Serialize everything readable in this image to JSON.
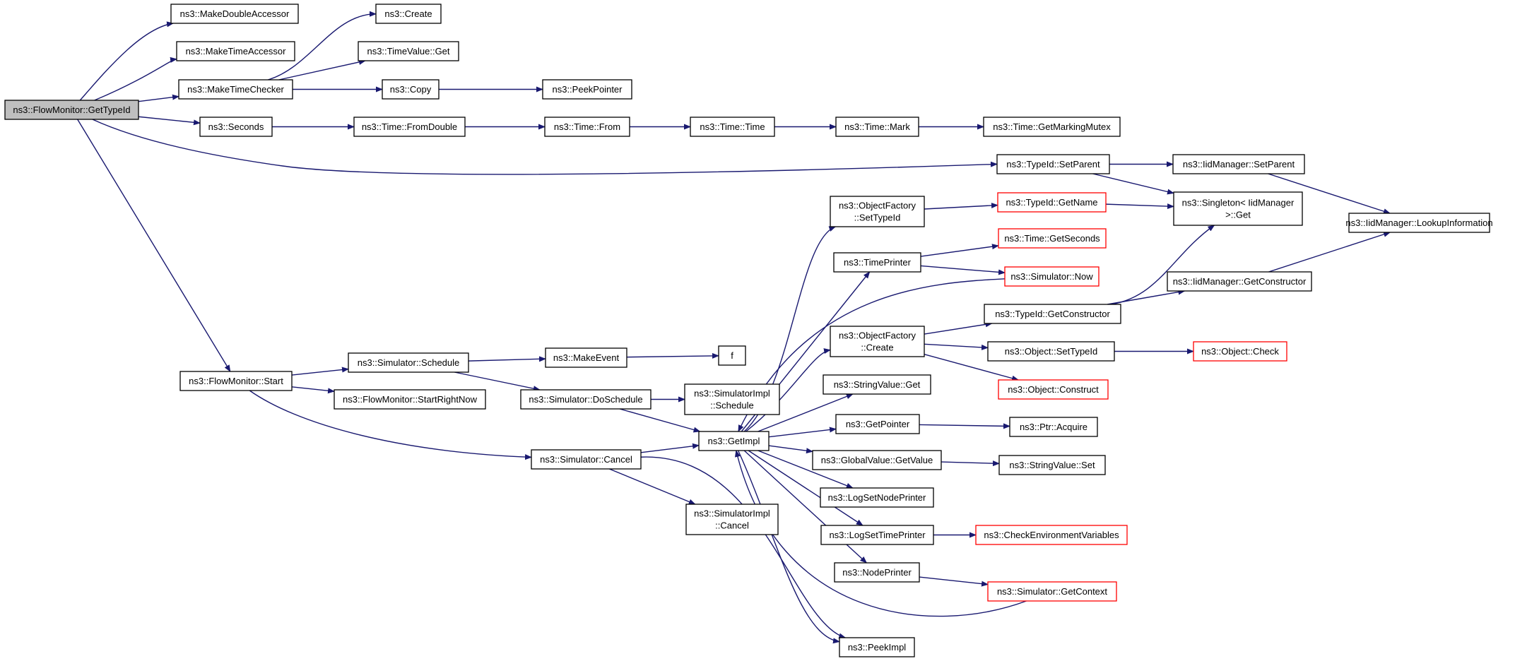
{
  "diagram": {
    "edge_color": "#191970",
    "truncated_border_color": "#ff0000",
    "root_fill": "#bfbfbf",
    "nodes": [
      {
        "id": "getTypeId",
        "lines": [
          "ns3::FlowMonitor::GetTypeId"
        ],
        "root": true
      },
      {
        "id": "makeDoubleAccessor",
        "lines": [
          "ns3::MakeDoubleAccessor"
        ]
      },
      {
        "id": "makeTimeAccessor",
        "lines": [
          "ns3::MakeTimeAccessor"
        ]
      },
      {
        "id": "makeTimeChecker",
        "lines": [
          "ns3::MakeTimeChecker"
        ]
      },
      {
        "id": "seconds",
        "lines": [
          "ns3::Seconds"
        ]
      },
      {
        "id": "typeIdSetParent",
        "lines": [
          "ns3::TypeId::SetParent"
        ]
      },
      {
        "id": "flowMonitorStart",
        "lines": [
          "ns3::FlowMonitor::Start"
        ]
      },
      {
        "id": "create",
        "lines": [
          "ns3::Create"
        ]
      },
      {
        "id": "timeValueGet",
        "lines": [
          "ns3::TimeValue::Get"
        ]
      },
      {
        "id": "copy",
        "lines": [
          "ns3::Copy"
        ]
      },
      {
        "id": "peekPointer",
        "lines": [
          "ns3::PeekPointer"
        ]
      },
      {
        "id": "timeFromDouble",
        "lines": [
          "ns3::Time::FromDouble"
        ]
      },
      {
        "id": "timeFrom",
        "lines": [
          "ns3::Time::From"
        ]
      },
      {
        "id": "timeTime",
        "lines": [
          "ns3::Time::Time"
        ]
      },
      {
        "id": "timeMark",
        "lines": [
          "ns3::Time::Mark"
        ]
      },
      {
        "id": "timeGetMarkingMutex",
        "lines": [
          "ns3::Time::GetMarkingMutex"
        ]
      },
      {
        "id": "iidSetParent",
        "lines": [
          "ns3::IidManager::SetParent"
        ]
      },
      {
        "id": "singletonGet",
        "lines": [
          "ns3::Singleton< IidManager",
          ">::Get"
        ]
      },
      {
        "id": "iidLookup",
        "lines": [
          "ns3::IidManager::LookupInformation"
        ]
      },
      {
        "id": "ofSetTypeId",
        "lines": [
          "ns3::ObjectFactory",
          "::SetTypeId"
        ]
      },
      {
        "id": "typeIdGetName",
        "lines": [
          "ns3::TypeId::GetName"
        ],
        "truncated": true
      },
      {
        "id": "timeGetSeconds",
        "lines": [
          "ns3::Time::GetSeconds"
        ],
        "truncated": true
      },
      {
        "id": "timePrinter",
        "lines": [
          "ns3::TimePrinter"
        ]
      },
      {
        "id": "simulatorNow",
        "lines": [
          "ns3::Simulator::Now"
        ],
        "truncated": true
      },
      {
        "id": "iidGetConstructor",
        "lines": [
          "ns3::IidManager::GetConstructor"
        ]
      },
      {
        "id": "typeIdGetConstructor",
        "lines": [
          "ns3::TypeId::GetConstructor"
        ]
      },
      {
        "id": "ofCreate",
        "lines": [
          "ns3::ObjectFactory",
          "::Create"
        ]
      },
      {
        "id": "objectSetTypeId",
        "lines": [
          "ns3::Object::SetTypeId"
        ]
      },
      {
        "id": "objectCheck",
        "lines": [
          "ns3::Object::Check"
        ],
        "truncated": true
      },
      {
        "id": "simSchedule",
        "lines": [
          "ns3::Simulator::Schedule"
        ]
      },
      {
        "id": "makeEvent",
        "lines": [
          "ns3::MakeEvent"
        ]
      },
      {
        "id": "f",
        "lines": [
          "f"
        ]
      },
      {
        "id": "startRightNow",
        "lines": [
          "ns3::FlowMonitor::StartRightNow"
        ]
      },
      {
        "id": "simDoSchedule",
        "lines": [
          "ns3::Simulator::DoSchedule"
        ]
      },
      {
        "id": "simImplSchedule",
        "lines": [
          "ns3::SimulatorImpl",
          "::Schedule"
        ]
      },
      {
        "id": "objectConstruct",
        "lines": [
          "ns3::Object::Construct"
        ],
        "truncated": true
      },
      {
        "id": "stringValueGet",
        "lines": [
          "ns3::StringValue::Get"
        ]
      },
      {
        "id": "getPointer",
        "lines": [
          "ns3::GetPointer"
        ]
      },
      {
        "id": "ptrAcquire",
        "lines": [
          "ns3::Ptr::Acquire"
        ]
      },
      {
        "id": "getImpl",
        "lines": [
          "ns3::GetImpl"
        ]
      },
      {
        "id": "simCancel",
        "lines": [
          "ns3::Simulator::Cancel"
        ]
      },
      {
        "id": "globalValueGetValue",
        "lines": [
          "ns3::GlobalValue::GetValue"
        ]
      },
      {
        "id": "stringValueSet",
        "lines": [
          "ns3::StringValue::Set"
        ]
      },
      {
        "id": "logSetNodePrinter",
        "lines": [
          "ns3::LogSetNodePrinter"
        ]
      },
      {
        "id": "simImplCancel",
        "lines": [
          "ns3::SimulatorImpl",
          "::Cancel"
        ]
      },
      {
        "id": "logSetTimePrinter",
        "lines": [
          "ns3::LogSetTimePrinter"
        ]
      },
      {
        "id": "checkEnvVars",
        "lines": [
          "ns3::CheckEnvironmentVariables"
        ],
        "truncated": true
      },
      {
        "id": "nodePrinter",
        "lines": [
          "ns3::NodePrinter"
        ]
      },
      {
        "id": "simGetContext",
        "lines": [
          "ns3::Simulator::GetContext"
        ],
        "truncated": true
      },
      {
        "id": "peekImpl",
        "lines": [
          "ns3::PeekImpl"
        ]
      }
    ],
    "edges": [
      [
        "getTypeId",
        "makeDoubleAccessor"
      ],
      [
        "getTypeId",
        "makeTimeAccessor"
      ],
      [
        "getTypeId",
        "makeTimeChecker"
      ],
      [
        "getTypeId",
        "seconds"
      ],
      [
        "getTypeId",
        "typeIdSetParent"
      ],
      [
        "getTypeId",
        "flowMonitorStart"
      ],
      [
        "makeTimeChecker",
        "create"
      ],
      [
        "makeTimeChecker",
        "timeValueGet"
      ],
      [
        "makeTimeChecker",
        "copy"
      ],
      [
        "copy",
        "peekPointer"
      ],
      [
        "seconds",
        "timeFromDouble"
      ],
      [
        "timeFromDouble",
        "timeFrom"
      ],
      [
        "timeFrom",
        "timeTime"
      ],
      [
        "timeTime",
        "timeMark"
      ],
      [
        "timeMark",
        "timeGetMarkingMutex"
      ],
      [
        "typeIdSetParent",
        "iidSetParent"
      ],
      [
        "typeIdSetParent",
        "singletonGet"
      ],
      [
        "iidSetParent",
        "iidLookup"
      ],
      [
        "flowMonitorStart",
        "simSchedule"
      ],
      [
        "flowMonitorStart",
        "startRightNow"
      ],
      [
        "flowMonitorStart",
        "simCancel"
      ],
      [
        "simSchedule",
        "makeEvent"
      ],
      [
        "simSchedule",
        "simDoSchedule"
      ],
      [
        "makeEvent",
        "f"
      ],
      [
        "simDoSchedule",
        "simImplSchedule"
      ],
      [
        "simDoSchedule",
        "getImpl"
      ],
      [
        "simCancel",
        "getImpl"
      ],
      [
        "simCancel",
        "simImplCancel"
      ],
      [
        "simCancel",
        "peekImpl"
      ],
      [
        "getImpl",
        "ofSetTypeId"
      ],
      [
        "getImpl",
        "timePrinter"
      ],
      [
        "getImpl",
        "ofCreate"
      ],
      [
        "getImpl",
        "stringValueGet"
      ],
      [
        "getImpl",
        "getPointer"
      ],
      [
        "getImpl",
        "globalValueGetValue"
      ],
      [
        "getImpl",
        "logSetNodePrinter"
      ],
      [
        "getImpl",
        "logSetTimePrinter"
      ],
      [
        "getImpl",
        "nodePrinter"
      ],
      [
        "getImpl",
        "peekImpl"
      ],
      [
        "simulatorNow",
        "getImpl"
      ],
      [
        "simGetContext",
        "getImpl"
      ],
      [
        "ofSetTypeId",
        "typeIdGetName"
      ],
      [
        "typeIdGetName",
        "singletonGet"
      ],
      [
        "timePrinter",
        "timeGetSeconds"
      ],
      [
        "timePrinter",
        "simulatorNow"
      ],
      [
        "ofCreate",
        "typeIdGetConstructor"
      ],
      [
        "ofCreate",
        "objectSetTypeId"
      ],
      [
        "ofCreate",
        "objectConstruct"
      ],
      [
        "typeIdGetConstructor",
        "singletonGet"
      ],
      [
        "typeIdGetConstructor",
        "iidGetConstructor"
      ],
      [
        "iidGetConstructor",
        "iidLookup"
      ],
      [
        "objectSetTypeId",
        "objectCheck"
      ],
      [
        "getPointer",
        "ptrAcquire"
      ],
      [
        "globalValueGetValue",
        "stringValueSet"
      ],
      [
        "logSetTimePrinter",
        "checkEnvVars"
      ],
      [
        "nodePrinter",
        "simGetContext"
      ]
    ]
  }
}
